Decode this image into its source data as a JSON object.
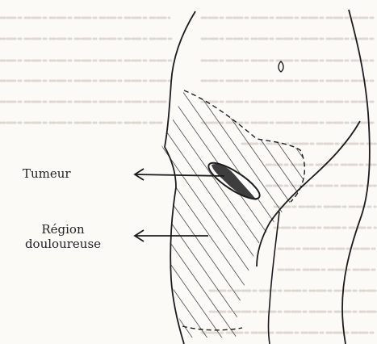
{
  "labels": {
    "tumeur": "Tumeur",
    "region_line1": "Région",
    "region_line2": "douloureuse"
  },
  "colors": {
    "ink": "#1c1c1c",
    "paper": "#fbfaf7",
    "bleed_through": "#d9d6d0"
  }
}
